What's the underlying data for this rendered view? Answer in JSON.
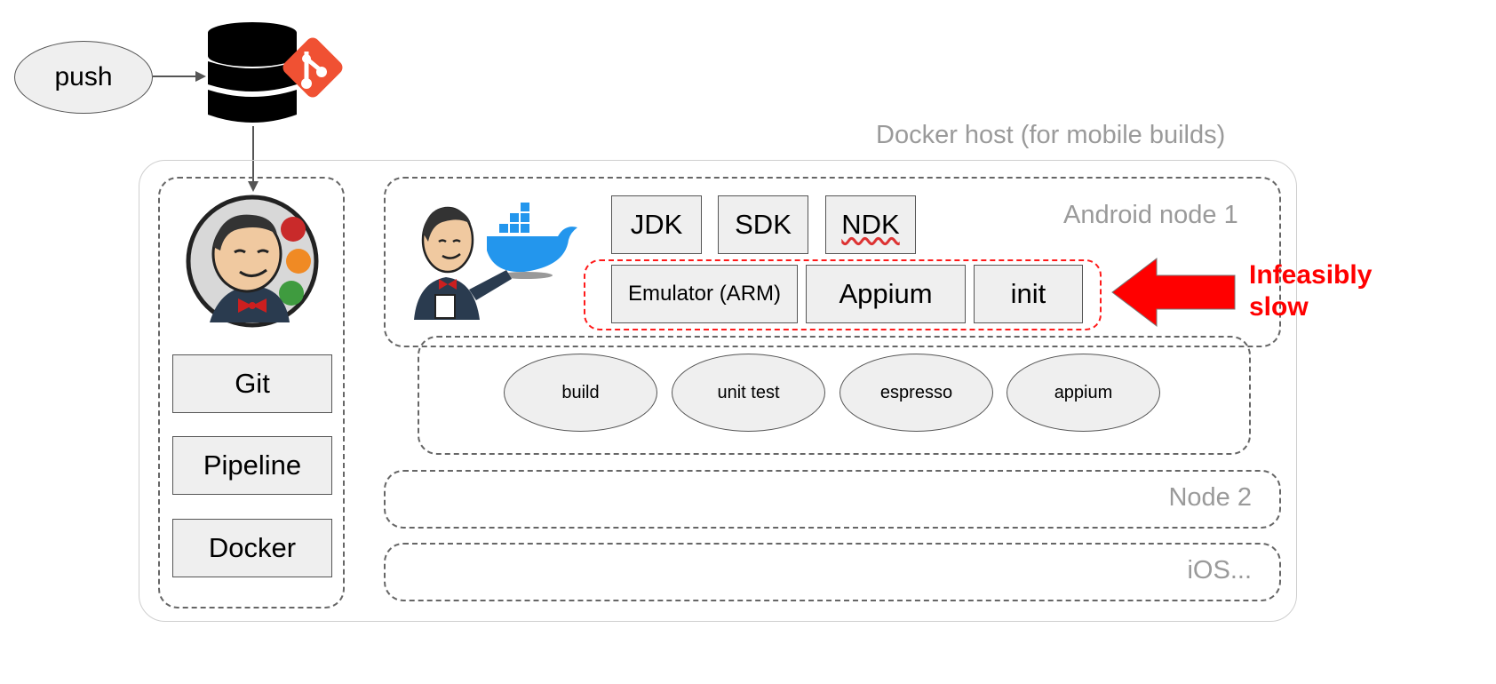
{
  "push_label": "push",
  "docker_host_label": "Docker host (for mobile builds)",
  "master_plugins": [
    "Git",
    "Pipeline",
    "Docker"
  ],
  "android_node": {
    "label": "Android node 1",
    "tools": [
      "JDK",
      "SDK",
      "NDK"
    ],
    "slow_components": [
      "Emulator (ARM)",
      "Appium",
      "init"
    ],
    "stages": [
      "build",
      "unit test",
      "espresso",
      "appium"
    ]
  },
  "node2_label": "Node 2",
  "ios_label": "iOS...",
  "callout": {
    "line1": "Infeasibly",
    "line2": "slow",
    "color": "#ff0000"
  },
  "icons": [
    "database-icon",
    "git-logo-icon",
    "jenkins-logo-icon",
    "jenkins-docker-icon"
  ]
}
